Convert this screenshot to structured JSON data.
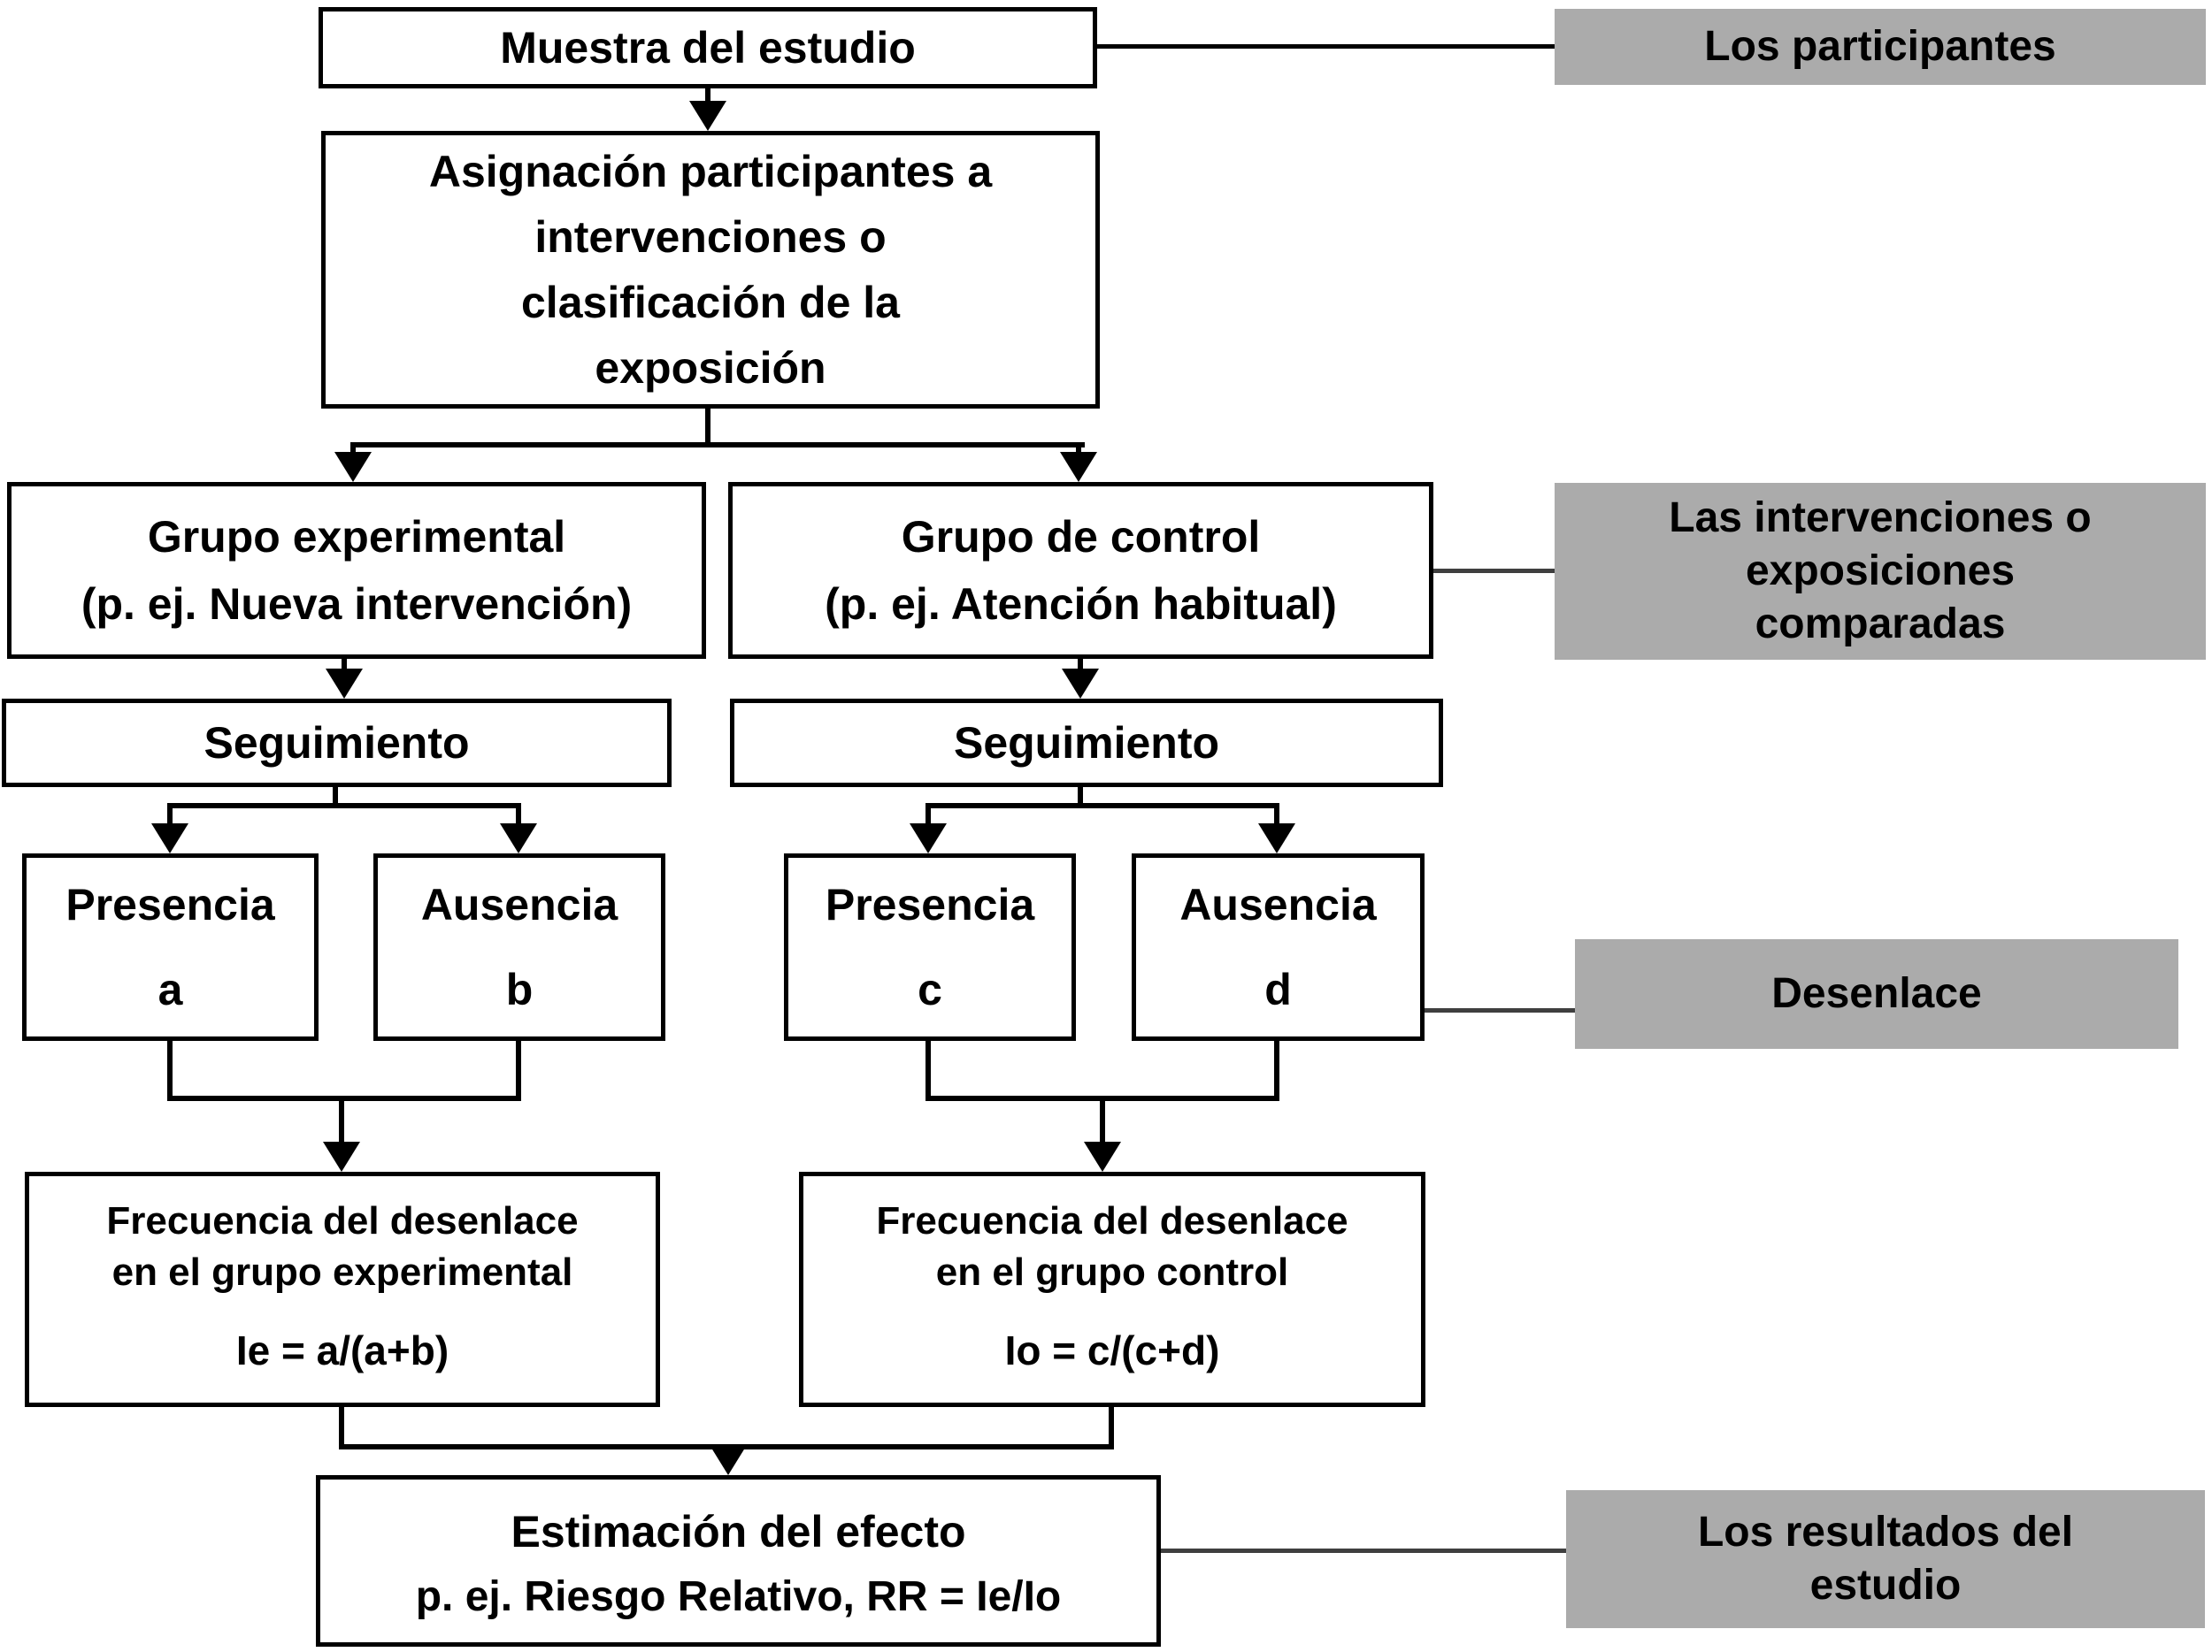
{
  "diagram": {
    "colors": {
      "background": "#ffffff",
      "box_bg": "#ffffff",
      "box_border": "#000000",
      "gray_label_bg": "#ababab",
      "connector": "#000000",
      "side_connector": "#3f3f3f"
    },
    "nodes": {
      "muestra": {
        "text": "Muestra del estudio"
      },
      "asignacion": {
        "lines": [
          "Asignación participantes a",
          "intervenciones o",
          "clasificación de la",
          "exposición"
        ]
      },
      "grupo_experimental": {
        "title": "Grupo experimental",
        "subtitle": "(p. ej. Nueva intervención)"
      },
      "grupo_control": {
        "title": "Grupo de control",
        "subtitle": "(p. ej. Atención habitual)"
      },
      "seguimiento_izquierda": {
        "text": "Seguimiento"
      },
      "seguimiento_derecha": {
        "text": "Seguimiento"
      },
      "presencia_a": {
        "label": "Presencia",
        "cell": "a"
      },
      "ausencia_b": {
        "label": "Ausencia",
        "cell": "b"
      },
      "presencia_c": {
        "label": "Presencia",
        "cell": "c"
      },
      "ausencia_d": {
        "label": "Ausencia",
        "cell": "d"
      },
      "frecuencia_experimental": {
        "lines": [
          "Frecuencia del desenlace",
          "en el grupo experimental"
        ],
        "formula": "Ie = a/(a+b)"
      },
      "frecuencia_control": {
        "lines": [
          "Frecuencia del desenlace",
          "en el grupo control"
        ],
        "formula": "Io = c/(c+d)"
      },
      "estimacion": {
        "title": "Estimación del efecto",
        "formula": "p. ej. Riesgo Relativo, RR = Ie/Io"
      }
    },
    "side_labels": {
      "participantes": {
        "text": "Los participantes"
      },
      "intervenciones": {
        "lines": [
          "Las intervenciones o",
          "exposiciones",
          "comparadas"
        ]
      },
      "desenlace": {
        "text": "Desenlace"
      },
      "resultados": {
        "lines": [
          "Los resultados del",
          "estudio"
        ]
      }
    }
  }
}
